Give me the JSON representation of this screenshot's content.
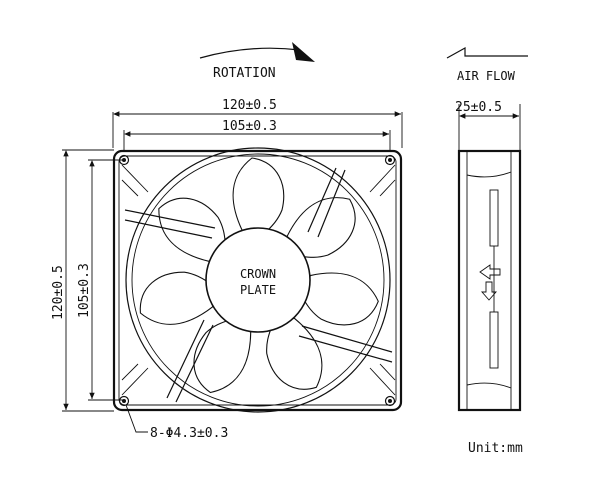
{
  "labels": {
    "rotation": "ROTATION",
    "air_flow": "AIR FLOW",
    "width_overall": "120±0.5",
    "width_holes": "105±0.3",
    "height_overall": "120±0.5",
    "height_holes": "105±0.3",
    "depth": "25±0.5",
    "hub_line1": "CROWN",
    "hub_line2": "PLATE",
    "holes": "8-Φ4.3±0.3",
    "unit": "Unit:mm"
  },
  "blade_count": 7
}
